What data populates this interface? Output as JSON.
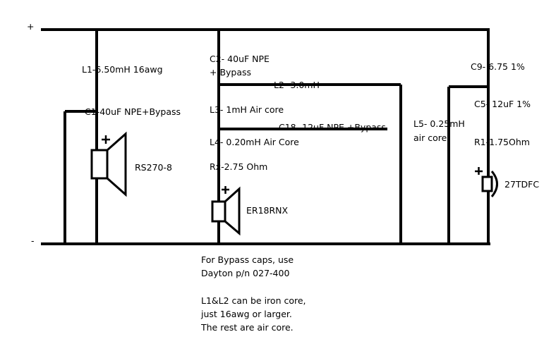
{
  "rails": {
    "plus": "+",
    "minus": "-"
  },
  "components": {
    "l1": "L1-6.50mH 16awg",
    "c1": "C1-40uF NPE+Bypass",
    "woofer": "RS270-8",
    "c2_line1": "C2- 40uF NPE",
    "c2_line2": "+ Bypass",
    "l2": "L2- 3.0mH",
    "l3": "L3- 1mH Air core",
    "c18": "C18- 12uF NPE +Bypass",
    "l4": "L4- 0.20mH Air Core",
    "rx": "Rx-2.75 Ohm",
    "midrange": "ER18RNX",
    "l5_line1": "L5- 0.25mH",
    "l5_line2": "air core",
    "c9": "C9- 6.75 1%",
    "c5": "C5- 12uF 1%",
    "r1": "R1-1.75Ohm",
    "tweeter": "27TDFC"
  },
  "notes": {
    "line1": "For Bypass caps, use",
    "line2": "Dayton p/n 027-400",
    "line3": "L1&L2 can be iron core,",
    "line4": "just 16awg or larger.",
    "line5": "The rest are air core."
  }
}
